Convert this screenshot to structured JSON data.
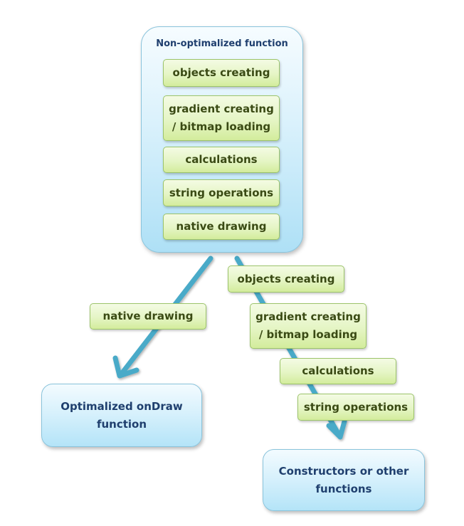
{
  "main_box": {
    "title": "Non-optimalized function",
    "items": [
      "objects creating",
      "gradient creating\n/ bitmap loading",
      "calculations",
      "string operations",
      "native drawing"
    ]
  },
  "left_branch": {
    "label": "native drawing",
    "target": "Optimalized onDraw\nfunction"
  },
  "right_branch": {
    "labels": [
      "objects creating",
      "gradient creating\n/ bitmap loading",
      "calculations",
      "string operations"
    ],
    "target": "Constructors or other\nfunctions"
  },
  "colors": {
    "arrow": "#4aaac8",
    "blue_text": "#1f3f6e",
    "green_text": "#3a4a14"
  }
}
